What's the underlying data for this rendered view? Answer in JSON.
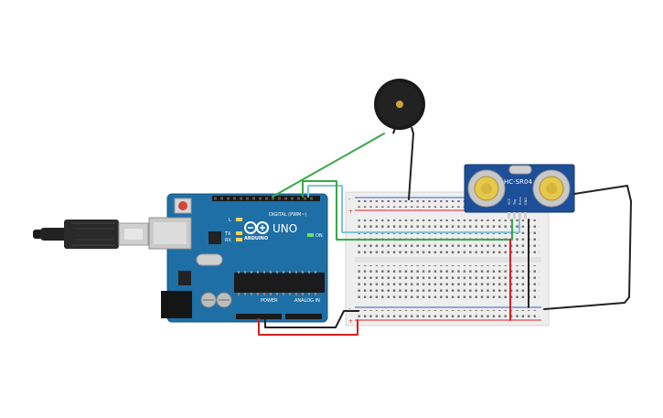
{
  "board": {
    "brand": "UNO",
    "maker": "ARDUINO",
    "digital_header": "DIGITAL (PWM~)",
    "power_header": "POWER",
    "analog_header": "ANALOG IN",
    "led_l": "L",
    "led_tx": "TX",
    "led_rx": "RX",
    "led_on": "ON"
  },
  "sensor": {
    "model": "HC-SR04",
    "pins": [
      "VCC",
      "Trig",
      "Echo",
      "GND"
    ]
  },
  "breadboard": {
    "rail_plus": "+",
    "rail_minus": "-"
  },
  "wire_colors": {
    "green": "#3aa84a",
    "light_blue": "#7fc4d9",
    "black": "#222222",
    "red": "#d42020"
  },
  "colors": {
    "board_blue": "#1e6fa5",
    "sensor_blue": "#1c4f97",
    "breadboard": "#eeeeee"
  }
}
